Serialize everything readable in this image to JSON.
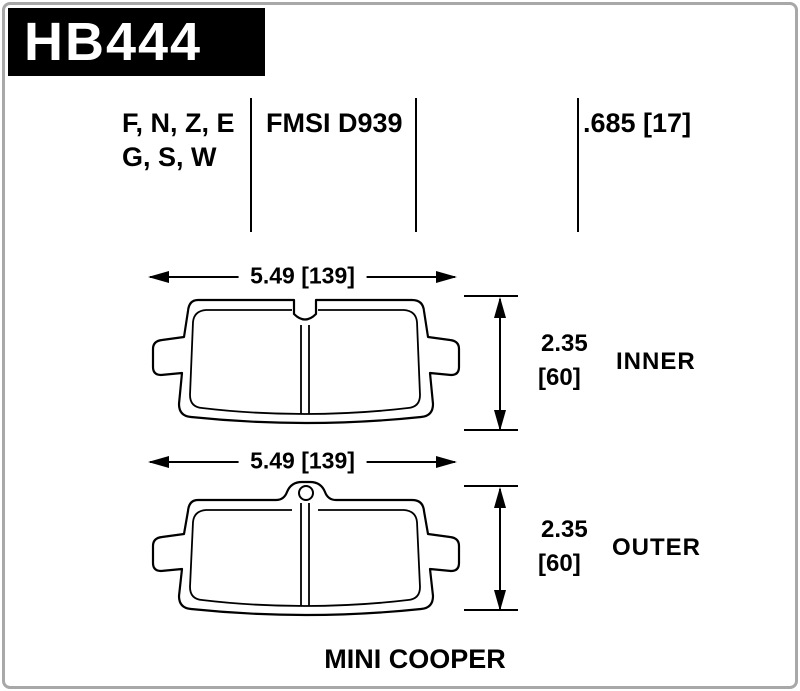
{
  "part_number": "HB444",
  "header": {
    "compound_line1": "F, N, Z, E",
    "compound_line2": "G, S, W",
    "fmsi": "FMSI D939",
    "pad_thickness": ".685 [17]"
  },
  "pads": [
    {
      "id": "inner",
      "width_dim": "5.49 [139]",
      "thickness_in": "2.35",
      "thickness_mm": "[60]",
      "label": "INNER"
    },
    {
      "id": "outer",
      "width_dim": "5.49 [139]",
      "thickness_in": "2.35",
      "thickness_mm": "[60]",
      "label": "OUTER"
    }
  ],
  "footer": {
    "vehicle": "MINI COOPER"
  },
  "colors": {
    "ink": "#000000",
    "badge_bg": "#000000",
    "badge_text": "#ffffff",
    "frame": "#a8a8a8"
  }
}
